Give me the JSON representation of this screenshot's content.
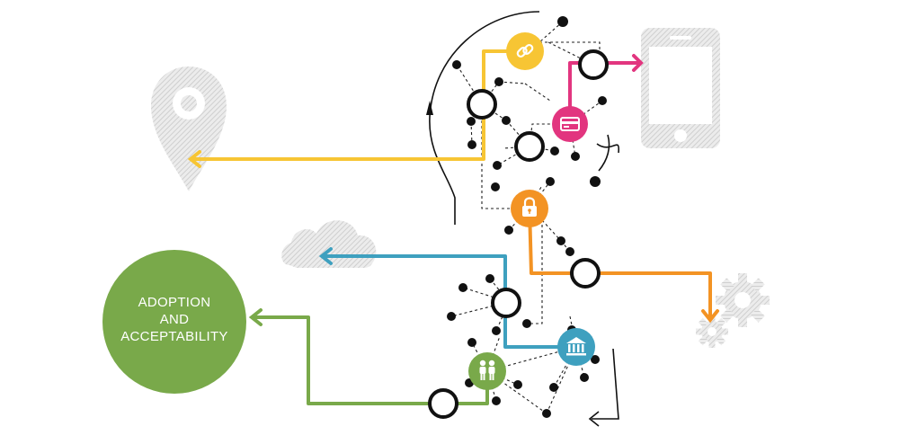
{
  "colors": {
    "yellow": "#f7c534",
    "pink": "#e2357f",
    "orange": "#f39324",
    "blue": "#3ea0bf",
    "green": "#79a94a",
    "dark": "#111111",
    "icon_gray": "#cfcfcf"
  },
  "adoption_circle": {
    "lines": [
      "ADOPTION",
      "AND",
      "ACCEPTABILITY"
    ]
  },
  "nodes": [
    {
      "name": "link-node",
      "icon": "link-icon",
      "color": "#f7c534"
    },
    {
      "name": "card-node",
      "icon": "credit-card-icon",
      "color": "#e2357f"
    },
    {
      "name": "lock-node",
      "icon": "lock-icon",
      "color": "#f39324"
    },
    {
      "name": "bank-node",
      "icon": "bank-icon",
      "color": "#3ea0bf"
    },
    {
      "name": "people-node",
      "icon": "people-icon",
      "color": "#79a94a"
    }
  ],
  "targets": [
    {
      "name": "location-pin-icon"
    },
    {
      "name": "smartphone-icon"
    },
    {
      "name": "cloud-icon"
    },
    {
      "name": "gears-icon"
    }
  ]
}
